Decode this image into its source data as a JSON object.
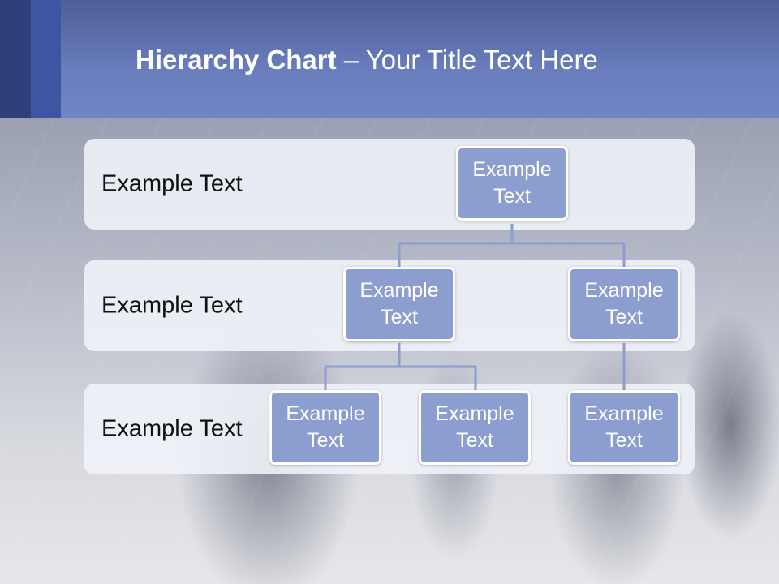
{
  "slide": {
    "title_bold": "Hierarchy Chart",
    "title_rest": " – Your Title Text Here"
  },
  "rows": [
    {
      "label": "Example Text"
    },
    {
      "label": "Example Text"
    },
    {
      "label": "Example Text"
    }
  ],
  "nodes": {
    "root": "Example Text",
    "level2_left": "Example Text",
    "level2_right": "Example Text",
    "level3_left": "Example Text",
    "level3_middle": "Example Text",
    "level3_right": "Example Text"
  },
  "colors": {
    "header": "#6a7dbd",
    "node_fill": "#8c9dcf",
    "connector": "#8c9dcf"
  }
}
